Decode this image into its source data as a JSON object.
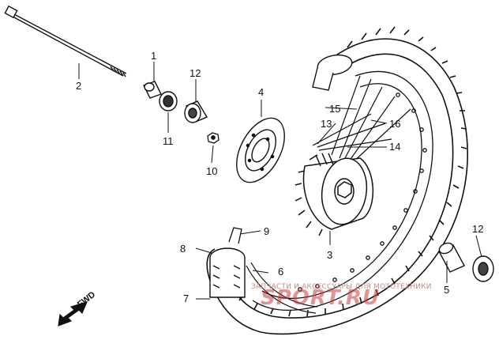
{
  "diagram": {
    "callouts": [
      {
        "id": "c1",
        "label": "1"
      },
      {
        "id": "c2",
        "label": "2"
      },
      {
        "id": "c3",
        "label": "3"
      },
      {
        "id": "c4",
        "label": "4"
      },
      {
        "id": "c5",
        "label": "5"
      },
      {
        "id": "c6",
        "label": "6"
      },
      {
        "id": "c7",
        "label": "7"
      },
      {
        "id": "c8",
        "label": "8"
      },
      {
        "id": "c9",
        "label": "9"
      },
      {
        "id": "c10",
        "label": "10"
      },
      {
        "id": "c11",
        "label": "11"
      },
      {
        "id": "c12a",
        "label": "12"
      },
      {
        "id": "c12b",
        "label": "12"
      },
      {
        "id": "c13",
        "label": "13"
      },
      {
        "id": "c14",
        "label": "14"
      },
      {
        "id": "c15",
        "label": "15"
      },
      {
        "id": "c16",
        "label": "16"
      }
    ],
    "direction_label": "FWD",
    "watermark_line": "ЗАПЧАСТИ И АКСЕССУАРЫ ДЛЯ МОТОТЕХНИКИ",
    "watermark_brand": "SPORT.RU"
  },
  "colors": {
    "line": "#111111",
    "watermark": "#c83c3c"
  }
}
